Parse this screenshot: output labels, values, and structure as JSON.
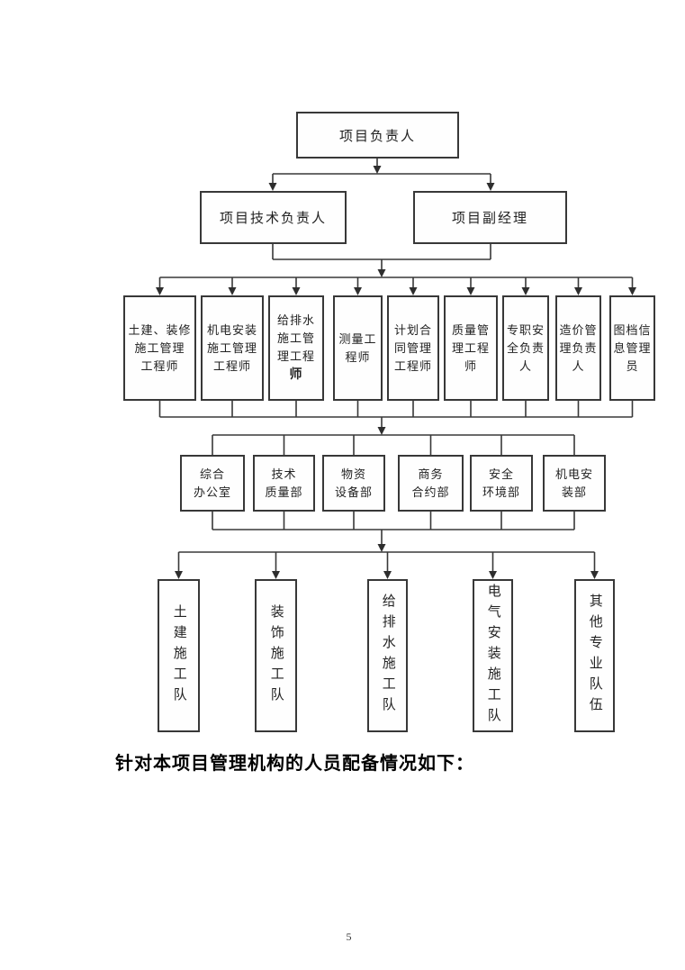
{
  "page_number": "5",
  "caption": "针对本项目管理机构的人员配备情况如下：",
  "org_chart": {
    "level1": {
      "label": "项目负责人"
    },
    "level2": [
      {
        "label": "项目技术负责人"
      },
      {
        "label": "项目副经理"
      }
    ],
    "level3": [
      {
        "label": "土建、装修\n施工管理\n工程师"
      },
      {
        "label": "机电安装\n施工管理\n工程师"
      },
      {
        "label": "给排水\n施工管\n理工程\n",
        "label_bold_tail": "师"
      },
      {
        "label": "测量工\n程师"
      },
      {
        "label": "计划合\n同管理\n工程师"
      },
      {
        "label": "质量管\n理工程\n师"
      },
      {
        "label": "专职安\n全负责\n人"
      },
      {
        "label": "造价管\n理负责\n人"
      },
      {
        "label": "图档信\n息管理\n员"
      }
    ],
    "level4": [
      {
        "label": "综合\n办公室"
      },
      {
        "label": "技术\n质量部"
      },
      {
        "label": "物资\n设备部"
      },
      {
        "label": "商务\n合约部"
      },
      {
        "label": "安全\n环境部"
      },
      {
        "label": "机电安\n装部"
      }
    ],
    "level5": [
      {
        "label": "土建施工队"
      },
      {
        "label": "装饰施工队"
      },
      {
        "label": "给排水施工队"
      },
      {
        "label": "电气安装施工队"
      },
      {
        "label": "其他专业队伍"
      }
    ]
  }
}
